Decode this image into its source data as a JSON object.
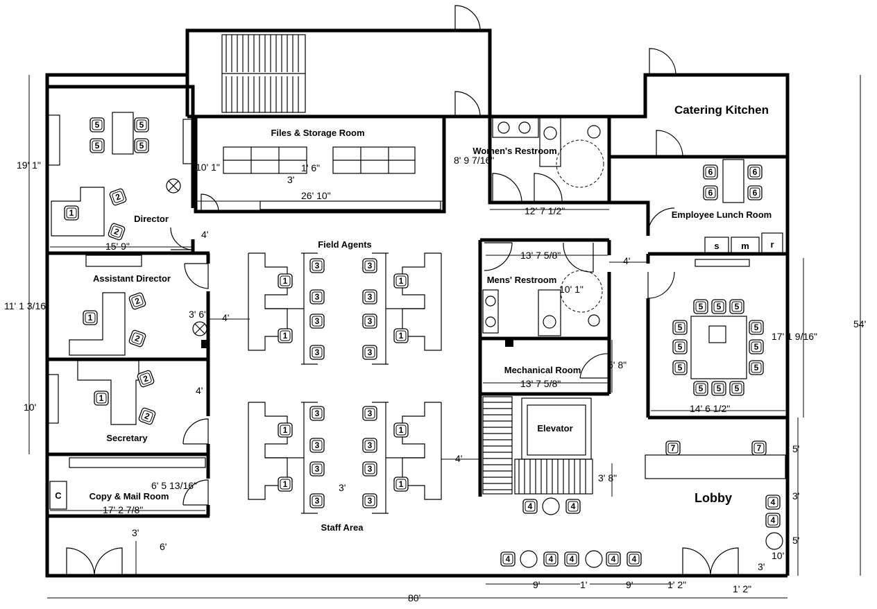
{
  "rooms": {
    "catering_kitchen": "Catering Kitchen",
    "files_storage": "Files & Storage Room",
    "womens_restroom": "Women's Restroom",
    "employee_lunch": "Employee Lunch Room",
    "director": "Director",
    "field_agents": "Field Agents",
    "assistant_director": "Assistant Director",
    "mens_restroom": "Mens' Restroom",
    "mechanical_room": "Mechanical Room",
    "secretary": "Secretary",
    "elevator": "Elevator",
    "copy_mail": "Copy & Mail Room",
    "lobby": "Lobby",
    "staff_area": "Staff Area"
  },
  "appliances": {
    "stove": "s",
    "microwave": "m",
    "fridge": "r",
    "copier": "C"
  },
  "dimensions": {
    "d_19_1": "19' 1\"",
    "d_10_1a": "10' 1\"",
    "d_1_6": "1' 6\"",
    "d_3a": "3'",
    "d_8_9": "8' 9 7/16\"",
    "d_26_10": "26' 10\"",
    "d_12_7": "12' 7 1/2\"",
    "d_15_9": "15' 9\"",
    "d_4a": "4'",
    "d_13_7a": "13' 7 5/8\"",
    "d_4b": "4'",
    "d_11_1": "11' 1 3/16\"",
    "d_10_1b": "10' 1\"",
    "d_3_6": "3' 6\"",
    "d_4c": "4'",
    "d_17_1": "17' 1 9/16\"",
    "d_54": "54'",
    "d_5_8": "5' 8\"",
    "d_13_7b": "13' 7 5/8\"",
    "d_10": "10'",
    "d_4d": "4'",
    "d_14_6": "14' 6 1/2\"",
    "d_5a": "5'",
    "d_4e": "4'",
    "d_6_5": "6' 5 13/16\"",
    "d_3b": "3'",
    "d_3_8": "3' 8\"",
    "d_3c": "3'",
    "d_17_2": "17' 2 7/8\"",
    "d_5b": "5'",
    "d_3d": "3'",
    "d_6": "6'",
    "d_10s": "10'",
    "d_3e": "3'",
    "d_9a": "9'",
    "d_1": "1'",
    "d_9b": "9'",
    "d_1_2a": "1' 2\"",
    "d_80": "80'",
    "d_1_2b": "1' 2\""
  },
  "seat_codes": {
    "director_visitor": "5",
    "director_desk": "1",
    "director_guest": "2",
    "lunch": "6",
    "conference": "5",
    "cubicle": "3",
    "agent": "1",
    "lobby": "7",
    "waiting": "4"
  }
}
